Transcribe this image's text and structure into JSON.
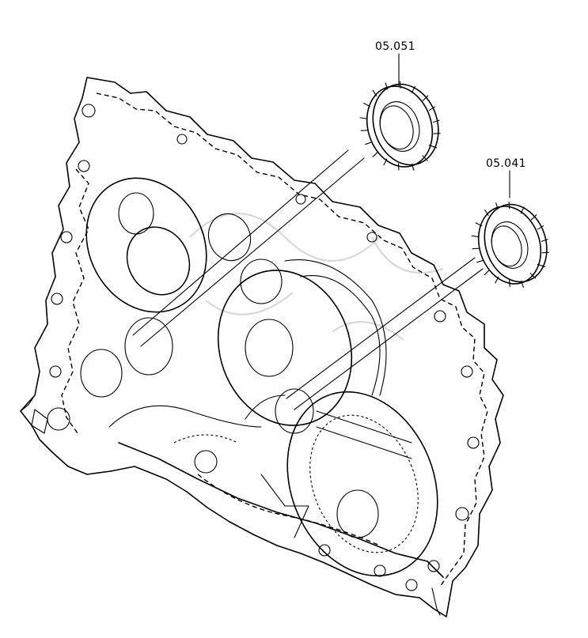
{
  "callouts": [
    {
      "id": "gear-upper",
      "label": "05.051"
    },
    {
      "id": "gear-lower",
      "label": "05.041"
    }
  ],
  "colors": {
    "ink": "#000000",
    "background": "#ffffff",
    "watermark": "#d8d8d8"
  },
  "icons": [
    "gear-icon",
    "transmission-housing-icon"
  ]
}
